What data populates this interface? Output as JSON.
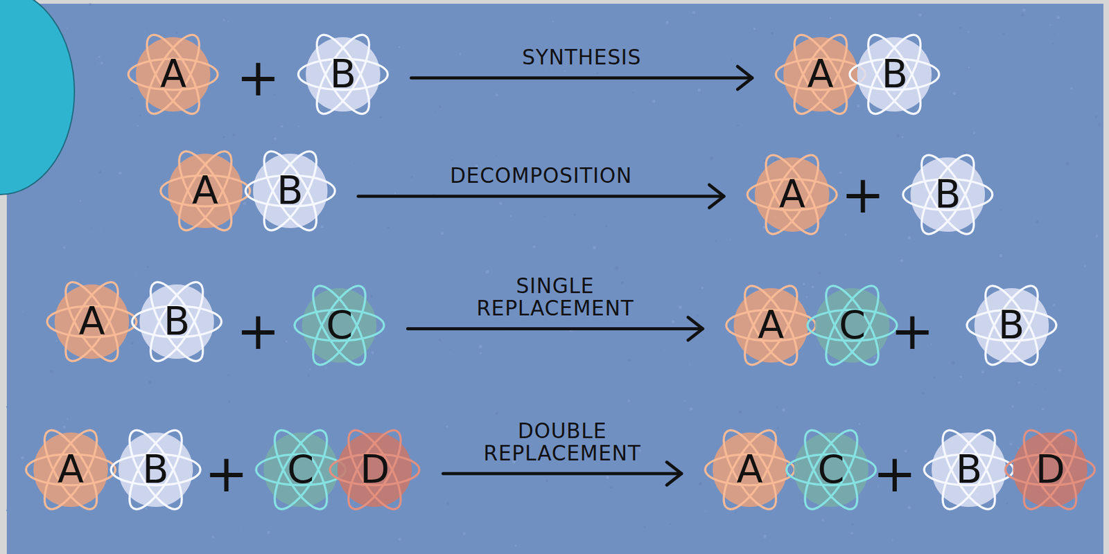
{
  "diagram": {
    "nodes": [
      {
        "text": [
          "A"
        ]
      },
      {
        "text": [
          "B"
        ]
      },
      {
        "text": [
          "A"
        ]
      },
      {
        "text": [
          "B"
        ]
      },
      {
        "text": [
          "A"
        ]
      },
      {
        "text": [
          "B"
        ]
      },
      {
        "text": [
          "A"
        ]
      },
      {
        "text": [
          "B"
        ]
      },
      {
        "text": [
          "A"
        ]
      },
      {
        "text": [
          "B"
        ]
      },
      {
        "text": [
          "C"
        ]
      },
      {
        "text": [
          "A"
        ]
      },
      {
        "text": [
          "C"
        ]
      },
      {
        "text": [
          "B"
        ]
      },
      {
        "text": [
          "A"
        ]
      },
      {
        "text": [
          "B"
        ]
      },
      {
        "text": [
          "C"
        ]
      },
      {
        "text": [
          "D"
        ]
      },
      {
        "text": [
          "A"
        ]
      },
      {
        "text": [
          "C"
        ]
      },
      {
        "text": [
          "B"
        ]
      },
      {
        "text": [
          "D"
        ]
      }
    ],
    "edges": [
      {
        "from": 1,
        "to": 2,
        "arrow": "to",
        "label": "SYNTHESIS"
      },
      {
        "from": 5,
        "to": 6,
        "arrow": "to",
        "label": "DECOMPOSITION"
      },
      {
        "from": 10,
        "to": 11,
        "arrow": "to",
        "label": "SINGLE REPLACEMENT"
      },
      {
        "from": 17,
        "to": 18,
        "arrow": "to",
        "label": "DOUBLE REPLACEMENT"
      }
    ],
    "labels": [
      "+",
      "+",
      "+",
      "+",
      "+",
      "+"
    ]
  }
}
